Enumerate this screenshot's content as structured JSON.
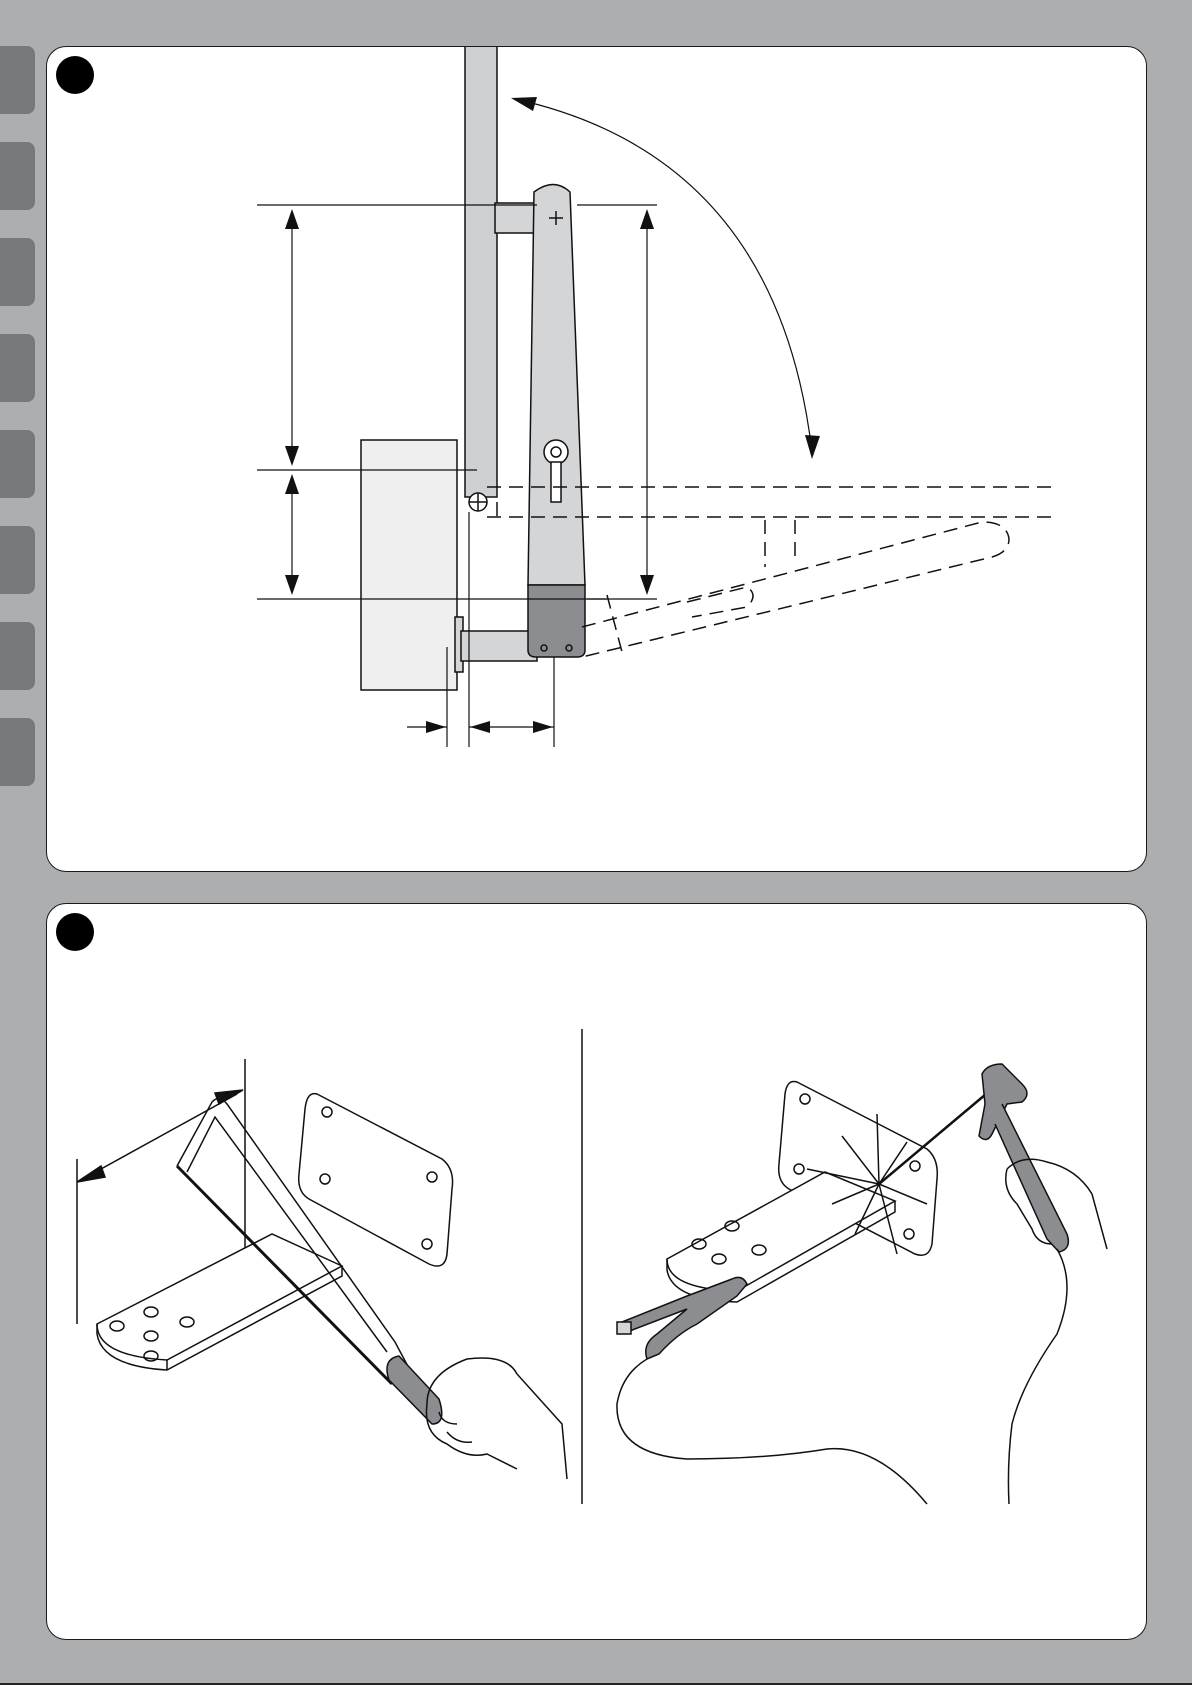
{
  "page": {
    "colors": {
      "background": "#adaeb0",
      "tab": "#77787a",
      "panel": "#ffffff",
      "ink": "#111111",
      "metal": "#d4d5d7",
      "motor": "#8c8d90",
      "gate": "#cfd0d2",
      "pillar": "#efeff0"
    }
  },
  "side_tabs": {
    "count": 8
  },
  "figures": [
    {
      "id": "figure-1",
      "badge_icon": "filled-circle-icon",
      "illustration": "gate-opener-arm-dimension-diagram-icon"
    },
    {
      "id": "figure-2",
      "badge_icon": "filled-circle-icon",
      "illustration_left": "hacksaw-cutting-bracket-icon",
      "illustration_right": "welding-bracket-icon"
    }
  ]
}
